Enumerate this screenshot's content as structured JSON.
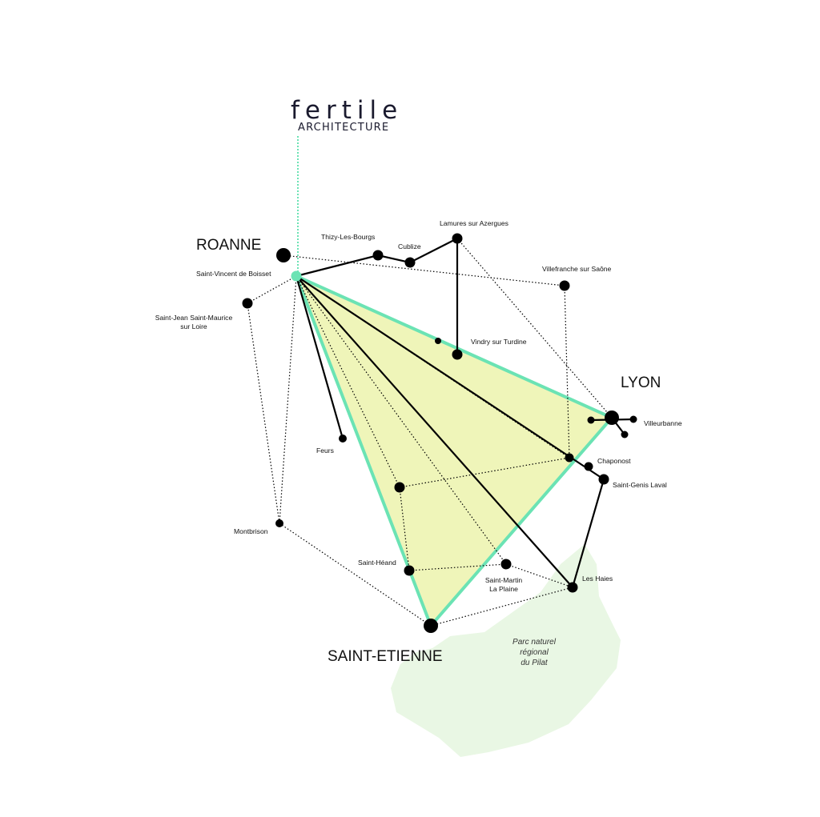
{
  "logo": {
    "word": "fertile",
    "sub": "ARCHITECTURE"
  },
  "colors": {
    "accent": "#6be3b4",
    "triangle_fill": "#eff5b9",
    "park_fill": "#e9f7e4",
    "node": "#000000"
  },
  "major_cities": {
    "roanne": "ROANNE",
    "lyon": "LYON",
    "saint_etienne": "SAINT-ETIENNE"
  },
  "places": {
    "saint_vincent": "Saint-Vincent de Boisset",
    "thizy": "Thizy-Les-Bourgs",
    "cublize": "Cublize",
    "lamures": "Lamures sur Azergues",
    "villefranche": "Villefranche sur Saône",
    "saint_jean_1": "Saint-Jean Saint-Maurice",
    "saint_jean_2": "sur Loire",
    "vindry": "Vindry sur Turdine",
    "villeurbanne": "Villeurbanne",
    "feurs": "Feurs",
    "chaponost": "Chaponost",
    "saint_genis": "Saint-Genis Laval",
    "montbrison": "Montbrison",
    "saint_heand": "Saint-Héand",
    "saint_martin_1": "Saint-Martin",
    "saint_martin_2": "La Plaine",
    "les_haies": "Les Haies"
  },
  "park": {
    "line1": "Parc naturel",
    "line2": "régional",
    "line3": "du Pilat"
  }
}
